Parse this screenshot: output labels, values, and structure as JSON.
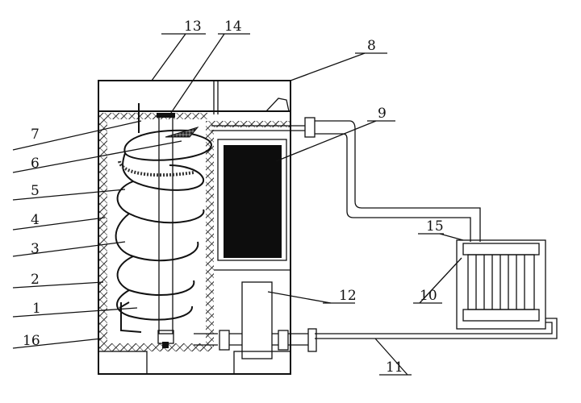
{
  "callouts": {
    "c1": "1",
    "c2": "2",
    "c3": "3",
    "c4": "4",
    "c5": "5",
    "c6": "6",
    "c7": "7",
    "c8": "8",
    "c9": "9",
    "c10": "10",
    "c11": "11",
    "c12": "12",
    "c13": "13",
    "c14": "14",
    "c15": "15",
    "c16": "16"
  },
  "colors": {
    "ink": "#111111",
    "dark_panel": "#0d0d0d",
    "insulation_hatch": "#222222",
    "background": "#ffffff"
  }
}
